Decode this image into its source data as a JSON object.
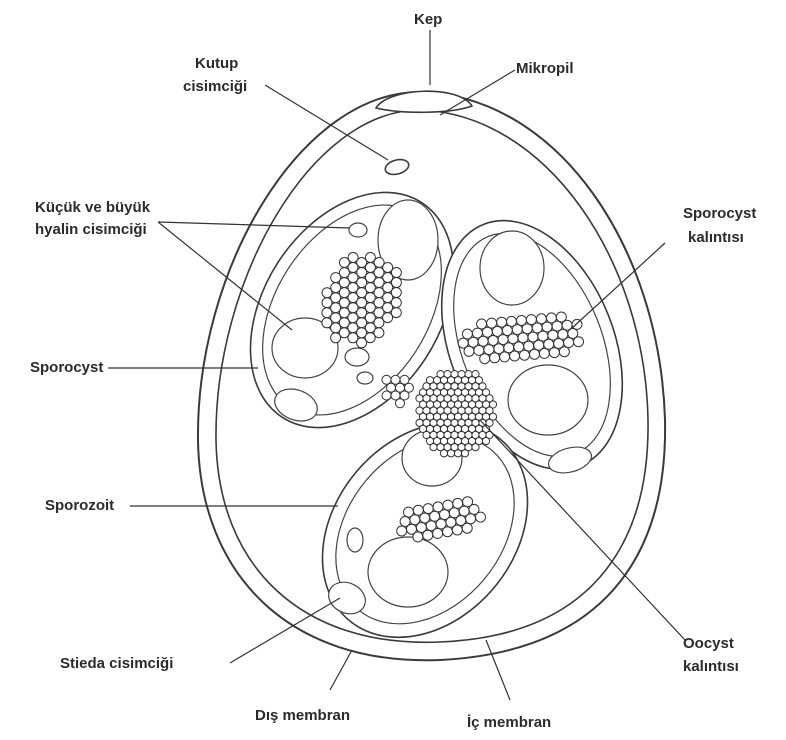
{
  "labels": {
    "kep": "Kep",
    "mikropil": "Mikropil",
    "kutup_1": "Kutup",
    "kutup_2": "cisimciği",
    "hyalin_1": "Küçük ve büyük",
    "hyalin_2": "hyalin cisimciği",
    "sporocyst": "Sporocyst",
    "sporocyst_kalinti_1": "Sporocyst",
    "sporocyst_kalinti_2": "kalıntısı",
    "sporozoit": "Sporozoit",
    "stieda": "Stieda cisimciği",
    "dis_membran": "Dış membran",
    "ic_membran": "İç membran",
    "oocyst_kalinti_1": "Oocyst",
    "oocyst_kalinti_2": "kalıntısı"
  }
}
